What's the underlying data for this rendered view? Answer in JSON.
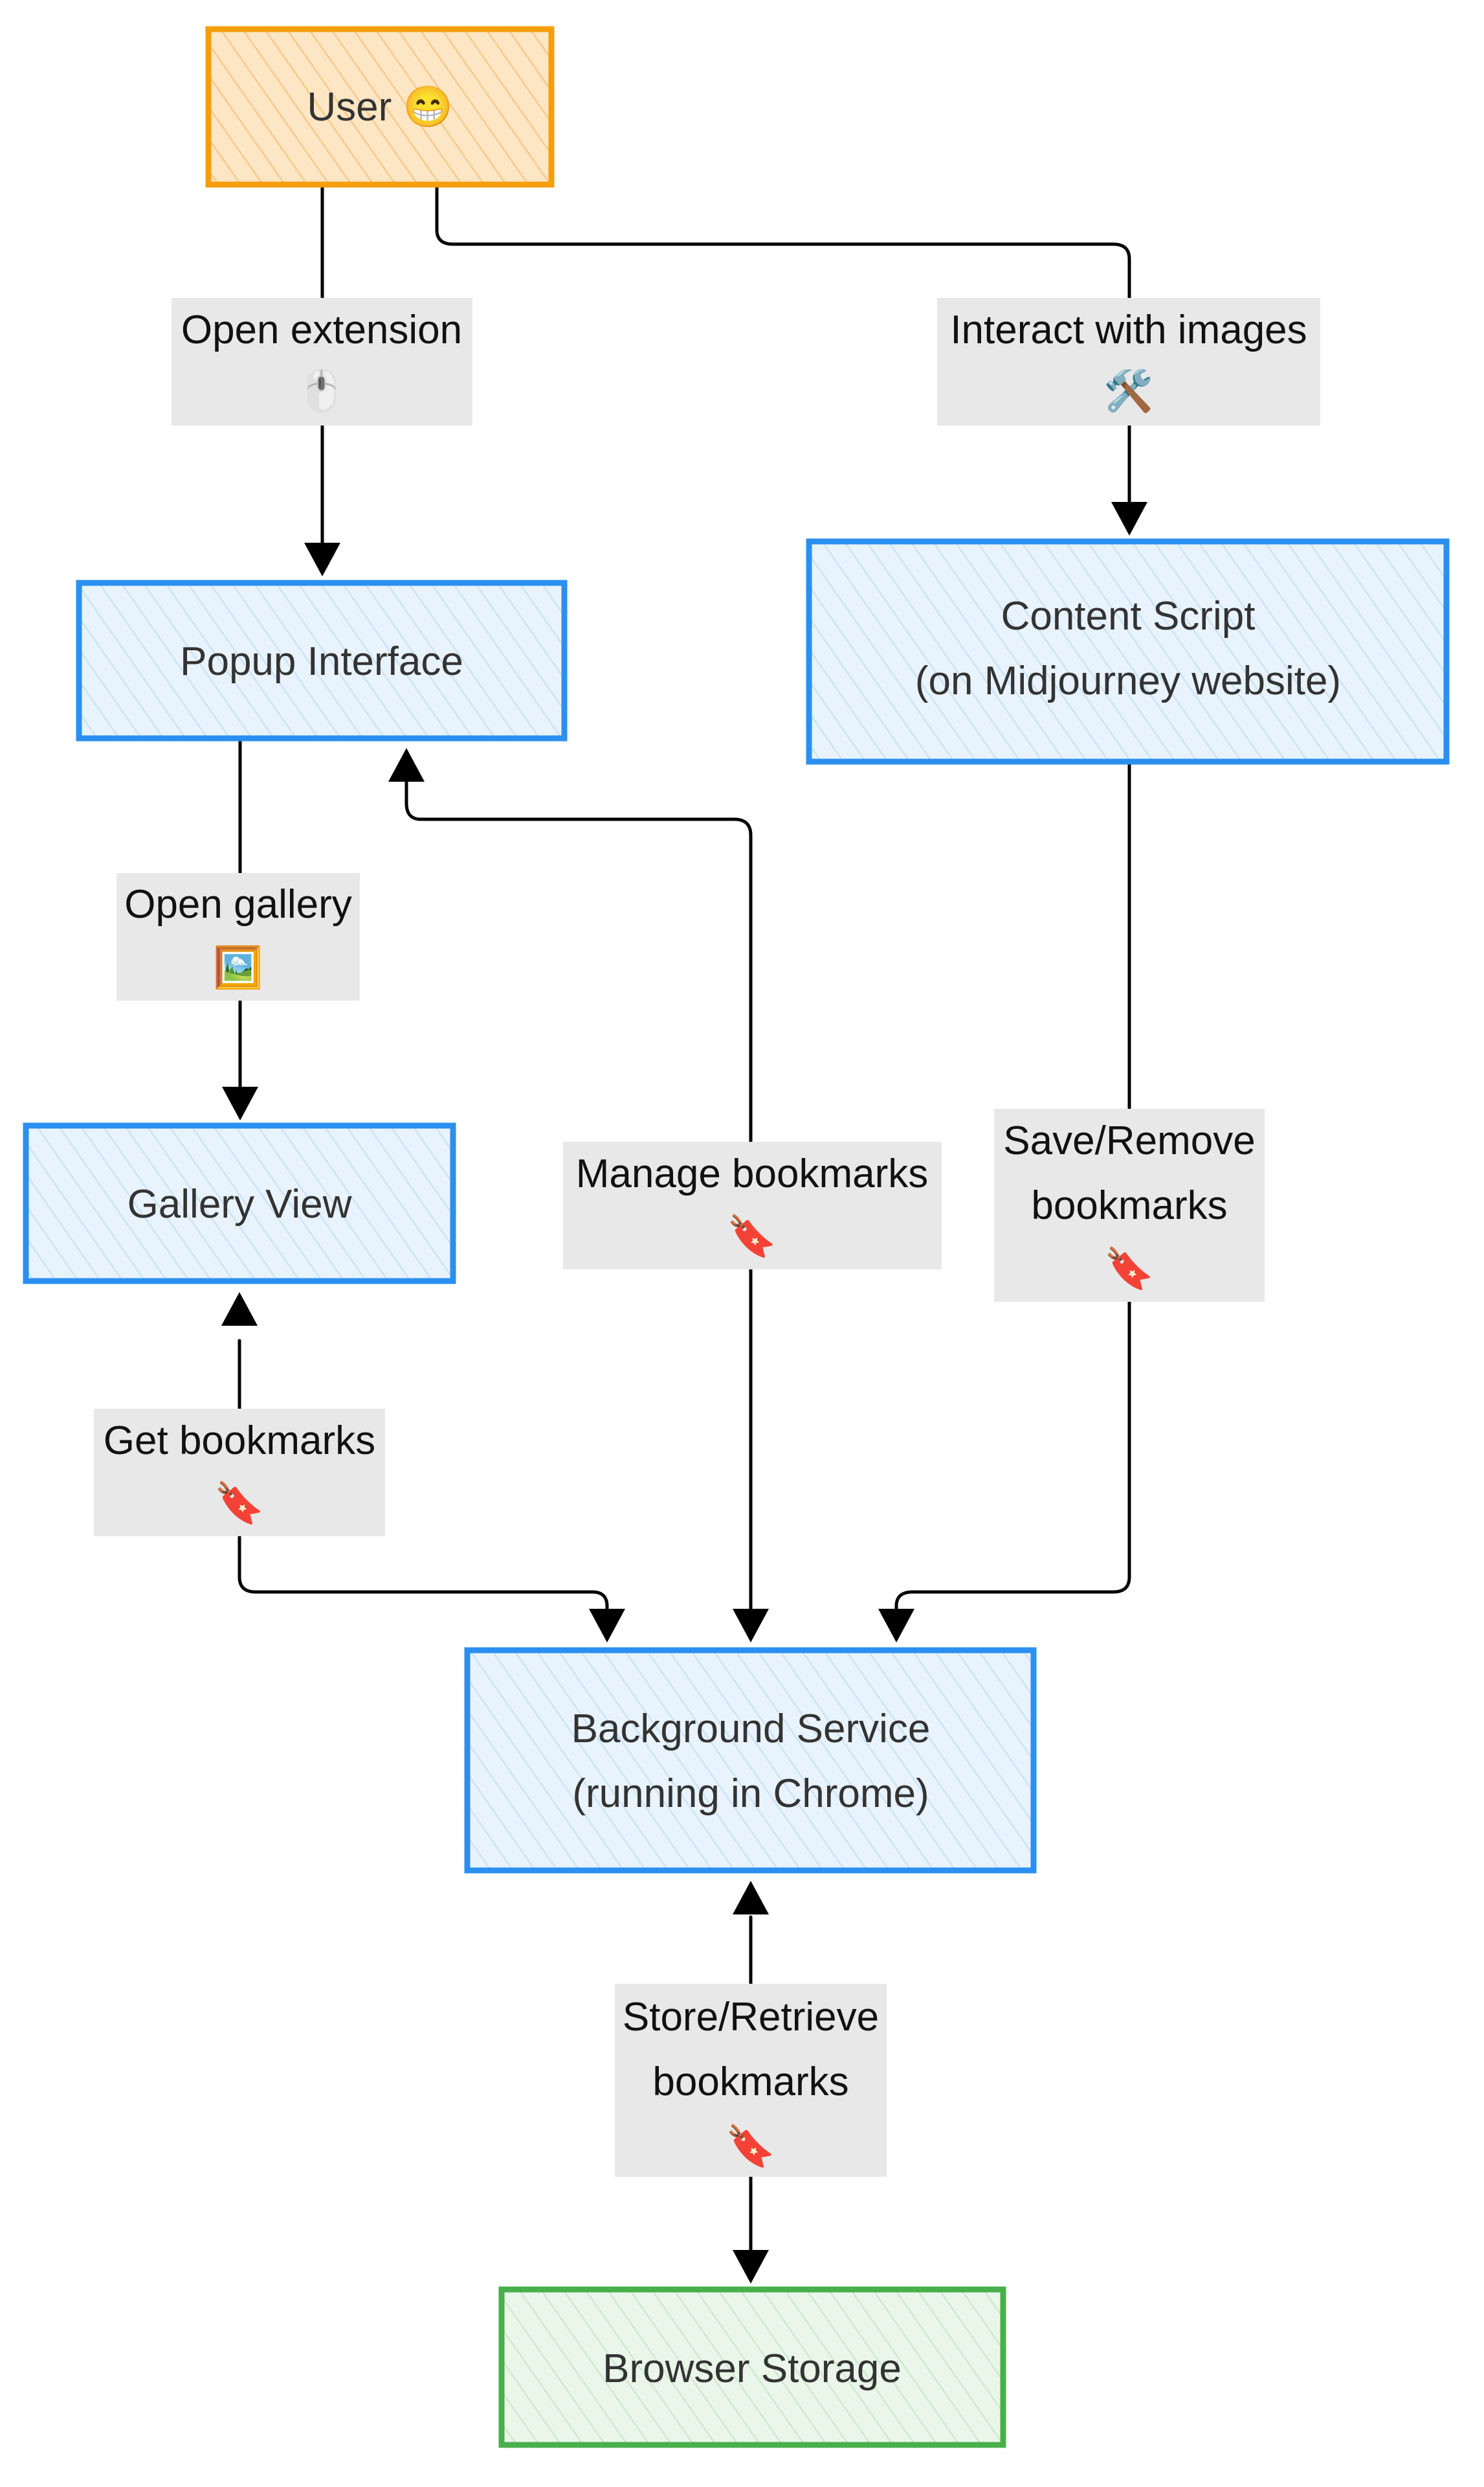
{
  "nodes": {
    "user": {
      "label": "User 😁",
      "kind": "orange"
    },
    "popup": {
      "label": "Popup Interface",
      "kind": "blue"
    },
    "content": {
      "line1": "Content Script",
      "line2": "(on Midjourney website)",
      "kind": "blue"
    },
    "gallery": {
      "label": "Gallery View",
      "kind": "blue"
    },
    "background": {
      "line1": "Background Service",
      "line2": "(running in Chrome)",
      "kind": "blue"
    },
    "storage": {
      "label": "Browser Storage",
      "kind": "green"
    }
  },
  "edges": {
    "open_extension": {
      "line1": "Open extension",
      "icon": "🖱️"
    },
    "interact_images": {
      "line1": "Interact with images",
      "icon": "🛠️"
    },
    "open_gallery": {
      "line1": "Open gallery",
      "icon": "🖼️"
    },
    "manage_bookmarks": {
      "line1": "Manage bookmarks",
      "icon": "🔖"
    },
    "save_remove": {
      "line1": "Save/Remove",
      "line2": "bookmarks",
      "icon": "🔖"
    },
    "get_bookmarks": {
      "line1": "Get bookmarks",
      "icon": "🔖"
    },
    "store_retrieve": {
      "line1": "Store/Retrieve",
      "line2": "bookmarks",
      "icon": "🔖"
    }
  },
  "colors": {
    "orange_stroke": "#f59e0b",
    "orange_fill": "#fde1b8",
    "blue_stroke": "#2b8ff0",
    "blue_fill": "#e3f1fd",
    "green_stroke": "#47b04b",
    "green_fill": "#e6f5e6",
    "label_bg": "#e8e8e8",
    "line": "#000000"
  }
}
